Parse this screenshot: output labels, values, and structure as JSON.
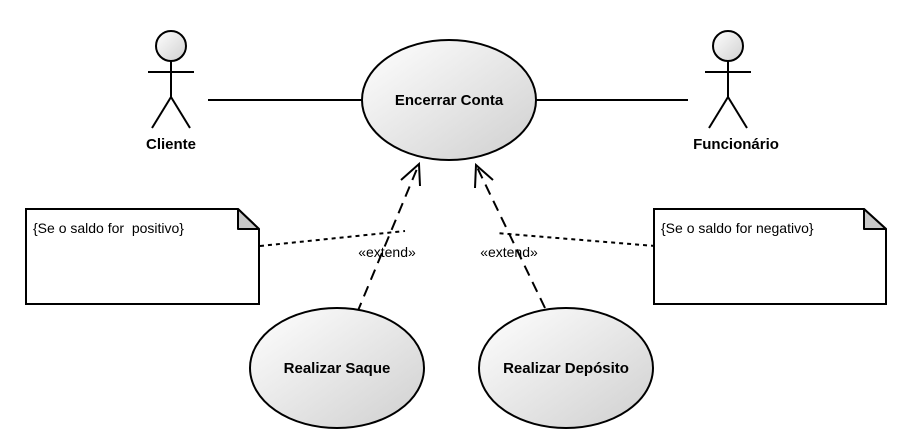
{
  "use_cases": {
    "encerrar_conta": "Encerrar Conta",
    "realizar_saque": "Realizar Saque",
    "realizar_deposito": "Realizar Depósito"
  },
  "actors": {
    "cliente": "Cliente",
    "funcionario": "Funcionário"
  },
  "relations": {
    "extend_saque": "«extend»",
    "extend_deposito": "«extend»"
  },
  "notes": {
    "positivo": "{Se o saldo for  positivo}",
    "negativo": "{Se o saldo for negativo}"
  },
  "colors": {
    "ellipse_fill_light": "#ffffff",
    "ellipse_fill_dark": "#cfcfcf",
    "stroke": "#000000"
  }
}
